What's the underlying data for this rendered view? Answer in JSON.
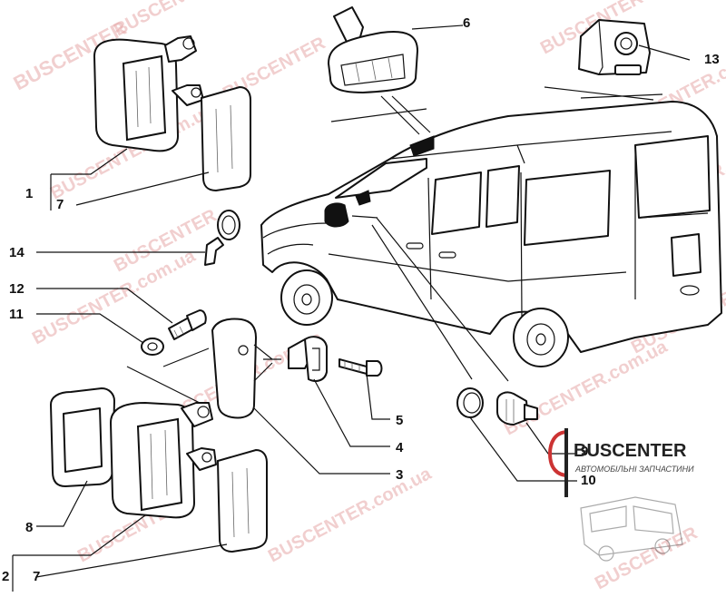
{
  "callouts": [
    {
      "id": "c1",
      "text": "1"
    },
    {
      "id": "c7a",
      "text": "7"
    },
    {
      "id": "c14",
      "text": "14"
    },
    {
      "id": "c12",
      "text": "12"
    },
    {
      "id": "c11",
      "text": "11"
    },
    {
      "id": "c6",
      "text": "6"
    },
    {
      "id": "c13",
      "text": "13"
    },
    {
      "id": "c5",
      "text": "5"
    },
    {
      "id": "c4",
      "text": "4"
    },
    {
      "id": "c3",
      "text": "3"
    },
    {
      "id": "c9",
      "text": "9"
    },
    {
      "id": "c10",
      "text": "10"
    },
    {
      "id": "c8",
      "text": "8"
    },
    {
      "id": "c2",
      "text": "2"
    },
    {
      "id": "c7b",
      "text": "7"
    }
  ],
  "watermark": {
    "brand": "BUSCENTER",
    "domain": "BUSCENTER.com.ua",
    "color": "#e7a8a8"
  },
  "logo": {
    "brand": "BUSCENTER",
    "tagline": "АВТОМОБІЛЬНІ ЗАПЧАСТИНИ"
  }
}
